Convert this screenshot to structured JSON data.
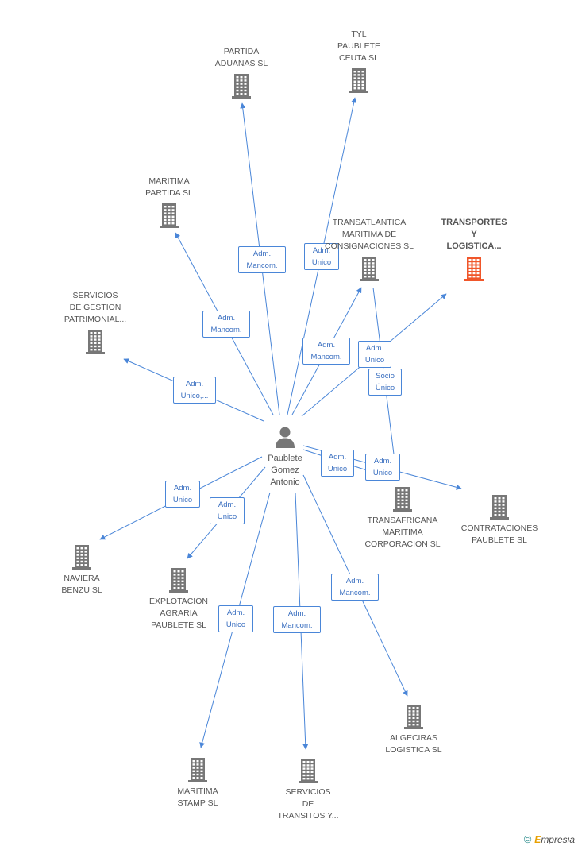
{
  "colors": {
    "edge": "#4a86d8",
    "building": "#777777",
    "highlight": "#f0562a",
    "label": "#555555"
  },
  "center": {
    "id": "person",
    "icon": "person-icon",
    "label": [
      "Paublete",
      "Gomez",
      "Antonio"
    ]
  },
  "nodes": [
    {
      "id": "partida",
      "label": [
        "PARTIDA",
        "ADUANAS SL"
      ],
      "icon": "building-icon"
    },
    {
      "id": "tyl",
      "label": [
        "TYL",
        "PAUBLETE",
        "CEUTA  SL"
      ],
      "icon": "building-icon"
    },
    {
      "id": "maritima_partida",
      "label": [
        "MARITIMA",
        "PARTIDA SL"
      ],
      "icon": "building-icon"
    },
    {
      "id": "transatlantica",
      "label": [
        "TRANSATLANTICA",
        "MARITIMA DE",
        "CONSIGNACIONES SL"
      ],
      "icon": "building-icon"
    },
    {
      "id": "transportes",
      "label": [
        "TRANSPORTES",
        "Y",
        "LOGISTICA..."
      ],
      "icon": "building-icon",
      "highlight": true
    },
    {
      "id": "servicios_gestion",
      "label": [
        "SERVICIOS",
        "DE GESTION",
        "PATRIMONIAL..."
      ],
      "icon": "building-icon"
    },
    {
      "id": "transafricana",
      "label": [
        "TRANSAFRICANA",
        "MARITIMA",
        "CORPORACION SL"
      ],
      "icon": "building-icon"
    },
    {
      "id": "contrataciones",
      "label": [
        "CONTRATACIONES",
        "PAUBLETE SL"
      ],
      "icon": "building-icon"
    },
    {
      "id": "naviera",
      "label": [
        "NAVIERA",
        "BENZU SL"
      ],
      "icon": "building-icon"
    },
    {
      "id": "explotacion",
      "label": [
        "EXPLOTACION",
        "AGRARIA",
        "PAUBLETE SL"
      ],
      "icon": "building-icon"
    },
    {
      "id": "algeciras",
      "label": [
        "ALGECIRAS",
        "LOGISTICA SL"
      ],
      "icon": "building-icon"
    },
    {
      "id": "maritima_stamp",
      "label": [
        "MARITIMA",
        "STAMP SL"
      ],
      "icon": "building-icon"
    },
    {
      "id": "servicios_transitos",
      "label": [
        "SERVICIOS",
        "DE",
        "TRANSITOS Y..."
      ],
      "icon": "building-icon"
    }
  ],
  "edges": [
    {
      "from": "person",
      "to": "partida",
      "label": [
        "Adm.",
        "Mancom."
      ]
    },
    {
      "from": "person",
      "to": "tyl",
      "label": [
        "Adm.",
        "Unico"
      ]
    },
    {
      "from": "person",
      "to": "maritima_partida",
      "label": [
        "Adm.",
        "Mancom."
      ]
    },
    {
      "from": "person",
      "to": "transatlantica",
      "label": [
        "Adm.",
        "Mancom."
      ]
    },
    {
      "from": "person",
      "to": "transportes",
      "label": [
        "Adm.",
        "Unico"
      ]
    },
    {
      "from": "person",
      "to": "servicios_gestion",
      "label": [
        "Adm.",
        "Unico,..."
      ]
    },
    {
      "from": "transatlantica",
      "to": "transafricana",
      "label": [
        "Socio",
        "Único"
      ]
    },
    {
      "from": "person",
      "to": "transafricana",
      "label": [
        "Adm.",
        "Unico"
      ]
    },
    {
      "from": "person",
      "to": "contrataciones",
      "label": [
        "Adm.",
        "Unico"
      ]
    },
    {
      "from": "person",
      "to": "naviera",
      "label": [
        "Adm.",
        "Unico"
      ]
    },
    {
      "from": "person",
      "to": "explotacion",
      "label": [
        "Adm.",
        "Unico"
      ]
    },
    {
      "from": "person",
      "to": "algeciras",
      "label": [
        "Adm.",
        "Mancom."
      ]
    },
    {
      "from": "person",
      "to": "maritima_stamp",
      "label": [
        "Adm.",
        "Unico"
      ]
    },
    {
      "from": "person",
      "to": "servicios_transitos",
      "label": [
        "Adm.",
        "Mancom."
      ]
    }
  ],
  "footer": {
    "copyright": "©",
    "brand_initial": "E",
    "brand_rest": "mpresia"
  }
}
